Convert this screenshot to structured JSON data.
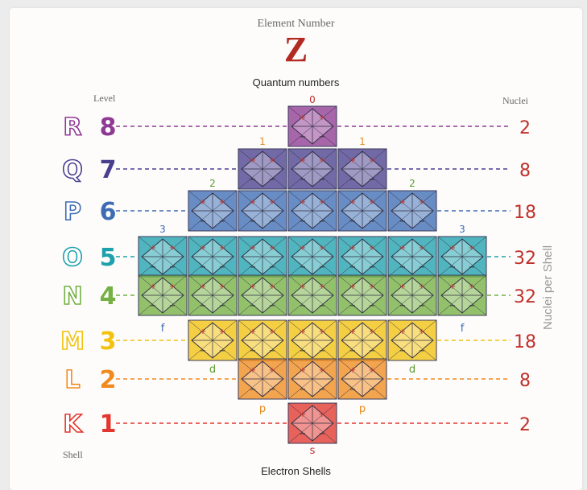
{
  "title": "Element Number",
  "symbol": "Z",
  "top_label": "Quantum numbers",
  "bottom_label": "Electron Shells",
  "left_header": "Level",
  "right_header": "Nuclei",
  "shell_label": "Shell",
  "right_axis_label": "Nuclei per Shell",
  "levels": [
    {
      "shell": "R",
      "level": "8",
      "nuclei": "2",
      "color": "#8e3a94"
    },
    {
      "shell": "Q",
      "level": "7",
      "nuclei": "8",
      "color": "#4a3f8f"
    },
    {
      "shell": "P",
      "level": "6",
      "nuclei": "18",
      "color": "#3e6bb5"
    },
    {
      "shell": "O",
      "level": "5",
      "nuclei": "32",
      "color": "#1fa0ad"
    },
    {
      "shell": "N",
      "level": "4",
      "nuclei": "32",
      "color": "#74b043"
    },
    {
      "shell": "M",
      "level": "3",
      "nuclei": "18",
      "color": "#f2c20f"
    },
    {
      "shell": "L",
      "level": "2",
      "nuclei": "8",
      "color": "#f08a1e"
    },
    {
      "shell": "K",
      "level": "1",
      "nuclei": "2",
      "color": "#e2362f"
    }
  ],
  "orbital_labels": {
    "s": "s",
    "p": "p",
    "d": "d",
    "f": "f"
  },
  "quantum_labels": [
    "0",
    "1",
    "2",
    "3"
  ],
  "colors": {
    "number": "#b22a22"
  }
}
